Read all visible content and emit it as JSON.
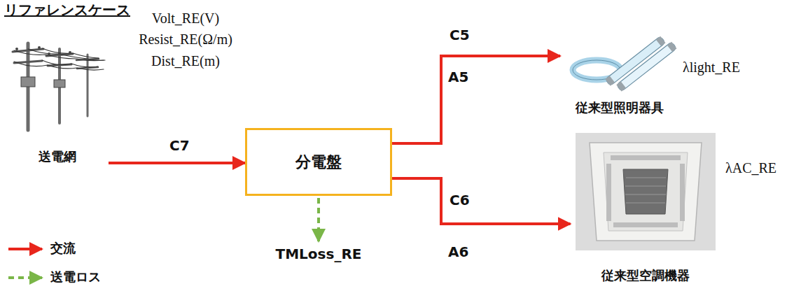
{
  "diagram": {
    "title": "リファレンスケース",
    "nodes": [
      {
        "text": [
          "送電網"
        ]
      },
      {
        "text": [
          "分電盤"
        ]
      },
      {
        "text": [
          "従来型照明器具"
        ]
      },
      {
        "text": [
          "従来型空調機器"
        ]
      },
      {
        "text": [
          "TMLoss_RE"
        ]
      }
    ],
    "edges": [
      {
        "from": 0,
        "to": 1,
        "arrow": "to",
        "label": "C7"
      },
      {
        "from": 1,
        "to": 2,
        "arrow": "to",
        "label": "C5"
      },
      {
        "from": 1,
        "to": 3,
        "arrow": "to",
        "label": "C6"
      },
      {
        "from": 1,
        "to": 4,
        "arrow": "to"
      }
    ],
    "labels": [
      "Volt_RE(V)",
      "Resist_RE(Ω/m)",
      "Dist_RE(m)",
      "A5",
      "A6",
      "λlight_RE",
      "λAC_RE"
    ],
    "legend": [
      {
        "text": "交流"
      },
      {
        "text": "送電ロス"
      }
    ]
  }
}
